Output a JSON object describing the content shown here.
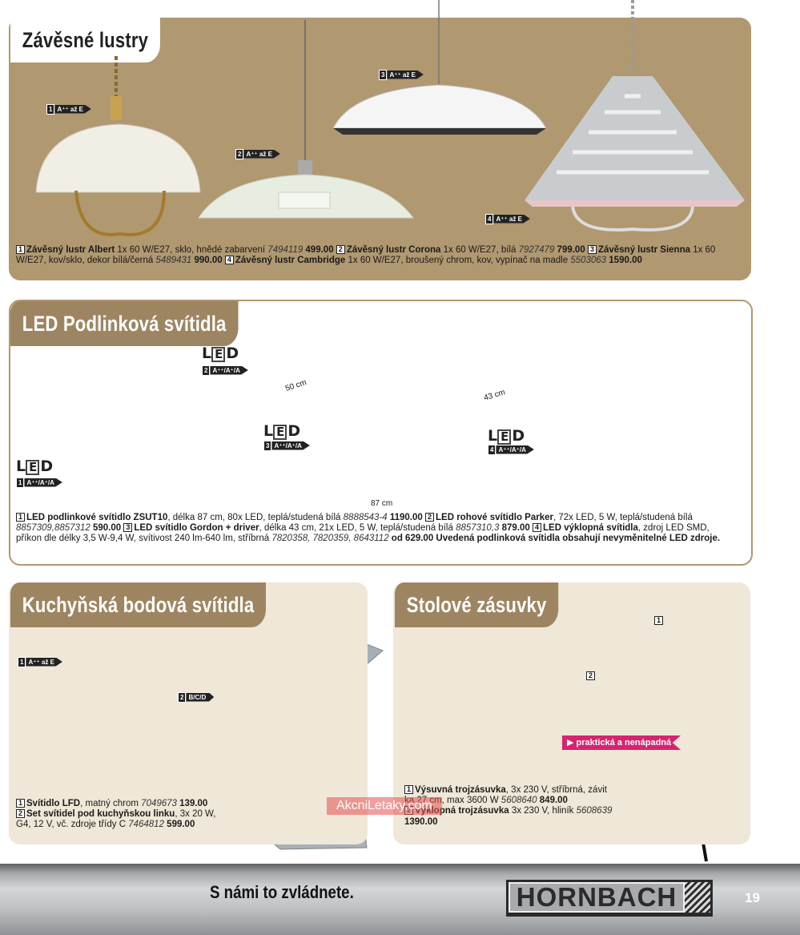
{
  "sections": {
    "lustry": {
      "title": "Závěsné lustry",
      "desc": [
        {
          "n": "1",
          "name": "Závěsný lustr Albert",
          "spec": " 1x 60 W/E27, sklo, hnědé zabarvení ",
          "code": "7494119",
          "price": " 499.00 "
        },
        {
          "n": "2",
          "name": "Závěsný lustr Corona",
          "spec": " 1x 60 W/E27, bílá ",
          "code": "7927479",
          "price": " 799.00 "
        },
        {
          "n": "3",
          "name": "Závěsný lustr Sienna",
          "spec": " 1x 60 W/E27, kov/sklo, dekor bílá/černá ",
          "code": "5489431",
          "price": " 990.00 "
        },
        {
          "n": "4",
          "name": "Závěsný lustr Cambridge",
          "spec": " 1x 60 W/E27, broušený chrom, kov, vypínač na madle ",
          "code": "5503063",
          "price": " 1590.00"
        }
      ],
      "energy": [
        {
          "n": "1",
          "label": "A⁺⁺ až E"
        },
        {
          "n": "2",
          "label": "A⁺⁺ až E"
        },
        {
          "n": "3",
          "label": "A⁺⁺ až E"
        },
        {
          "n": "4",
          "label": "A⁺⁺ až E"
        }
      ]
    },
    "led": {
      "title": "LED Podlinková svítidla",
      "logo_l": "L",
      "logo_e": "E",
      "logo_d": "D",
      "energy": [
        {
          "n": "1",
          "label": "A⁺⁺/A⁺/A"
        },
        {
          "n": "2",
          "label": "A⁺⁺/A⁺/A"
        },
        {
          "n": "3",
          "label": "A⁺⁺/A⁺/A"
        },
        {
          "n": "4",
          "label": "A⁺⁺/A⁺/A"
        }
      ],
      "dims": {
        "d50": "50 cm",
        "d43": "43 cm",
        "d87": "87 cm"
      },
      "desc": [
        {
          "n": "1",
          "name": "LED podlinkové svítidlo ZSUT10",
          "spec": ", délka 87 cm, 80x LED, teplá/studená bílá ",
          "code": "8888543-4",
          "price": " 1190.00 "
        },
        {
          "n": "2",
          "name": "LED rohové svítidlo Parker",
          "spec": ", 72x LED, 5 W, teplá/studená bílá ",
          "code": "8857309,8857312",
          "price": " 590.00 "
        },
        {
          "n": "3",
          "name": "LED svítidlo Gordon + driver",
          "spec": ", délka 43 cm, 21x LED, 5 W, teplá/studená bílá ",
          "code": "8857310,3",
          "price": " 879.00 "
        },
        {
          "n": "4",
          "name": "LED výklopná svítidla",
          "spec": ", zdroj LED SMD, příkon dle délky 3,5 W-9,4 W, svítivost 240 lm-640 lm, stříbrná ",
          "code": "7820358, 7820359, 8643112",
          "price": " od 629.00 "
        }
      ],
      "note": "Uvedená podlinková svítidla obsahují nevyměnitelné LED zdroje."
    },
    "kuchyn": {
      "title": "Kuchyňská bodová svítidla",
      "energy": [
        {
          "n": "1",
          "label": "A⁺⁺ až E"
        },
        {
          "n": "2",
          "label": "B/C/D"
        }
      ],
      "desc": [
        {
          "n": "1",
          "name": "Svítidlo LFD",
          "spec": ", matný chrom ",
          "code": "7049673",
          "price": " 139.00"
        },
        {
          "n": "2",
          "name": "Set svítidel pod kuchyňskou linku",
          "spec": ", 3x 20 W, G4, 12 V, vč. zdroje třídy C ",
          "code": "7464812",
          "price": " 599.00"
        }
      ]
    },
    "zasuvky": {
      "title": "Stolové zásuvky",
      "badge": "▶ praktická a nenápadná",
      "labels": [
        "1",
        "2"
      ],
      "desc": [
        {
          "n": "1",
          "name": "Výsuvná trojzásuvka",
          "spec": ", 3x 230 V, stříbrná, závit",
          "code": "",
          "price": ""
        },
        {
          "n": "",
          "name": "",
          "spec": "ka 27 cm, max 3600 W ",
          "code": "5608640",
          "price": " 849.00"
        },
        {
          "n": "2",
          "name": "Výklopná trojzásuvka",
          "spec": " 3x 230 V, hliník ",
          "code": "5608639",
          "price": ""
        },
        {
          "n": "",
          "name": "",
          "spec": "",
          "code": "",
          "price": "1390.00"
        }
      ]
    }
  },
  "watermark": "AkcniLetaky.com",
  "footer": {
    "slogan": "S námi to zvládnete.",
    "brand": "HORNBACH",
    "page": "19"
  },
  "colors": {
    "panel": "#b09870",
    "accent": "#d6246e"
  }
}
